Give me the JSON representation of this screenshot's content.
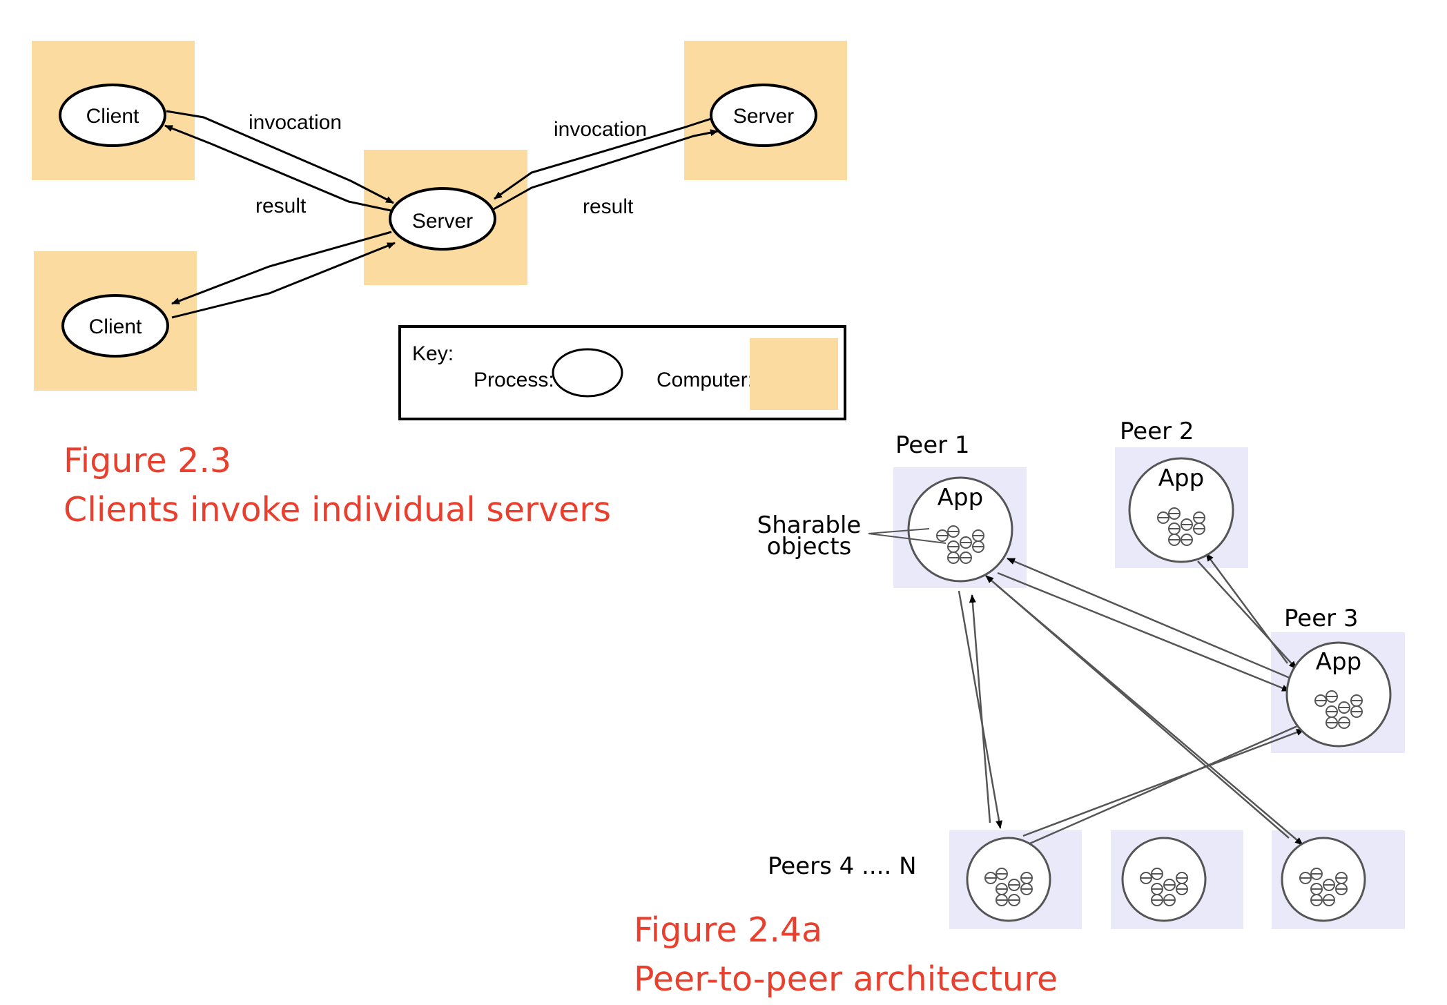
{
  "colors": {
    "computer_fill": "#fcdba0",
    "peer_fill": "#e9e9fa",
    "caption": "#e8402e",
    "line": "#000000"
  },
  "figure_2_3": {
    "caption_number": "Figure 2.3",
    "caption_title": "Clients invoke individual servers",
    "client_label": "Client",
    "server_label": "Server",
    "edge_invocation": "invocation",
    "edge_result": "result",
    "key": {
      "heading": "Key:",
      "process_label": "Process:",
      "computer_label": "Computer:"
    }
  },
  "figure_2_4a": {
    "caption_number": "Figure 2.4a",
    "caption_title": "Peer-to-peer architecture",
    "peer1_label": "Peer 1",
    "peer2_label": "Peer 2",
    "peer3_label": "Peer 3",
    "peers_n_label": "Peers 4 .... N",
    "app_label": "App",
    "sharable_line1": "Sharable",
    "sharable_line2": "objects"
  }
}
